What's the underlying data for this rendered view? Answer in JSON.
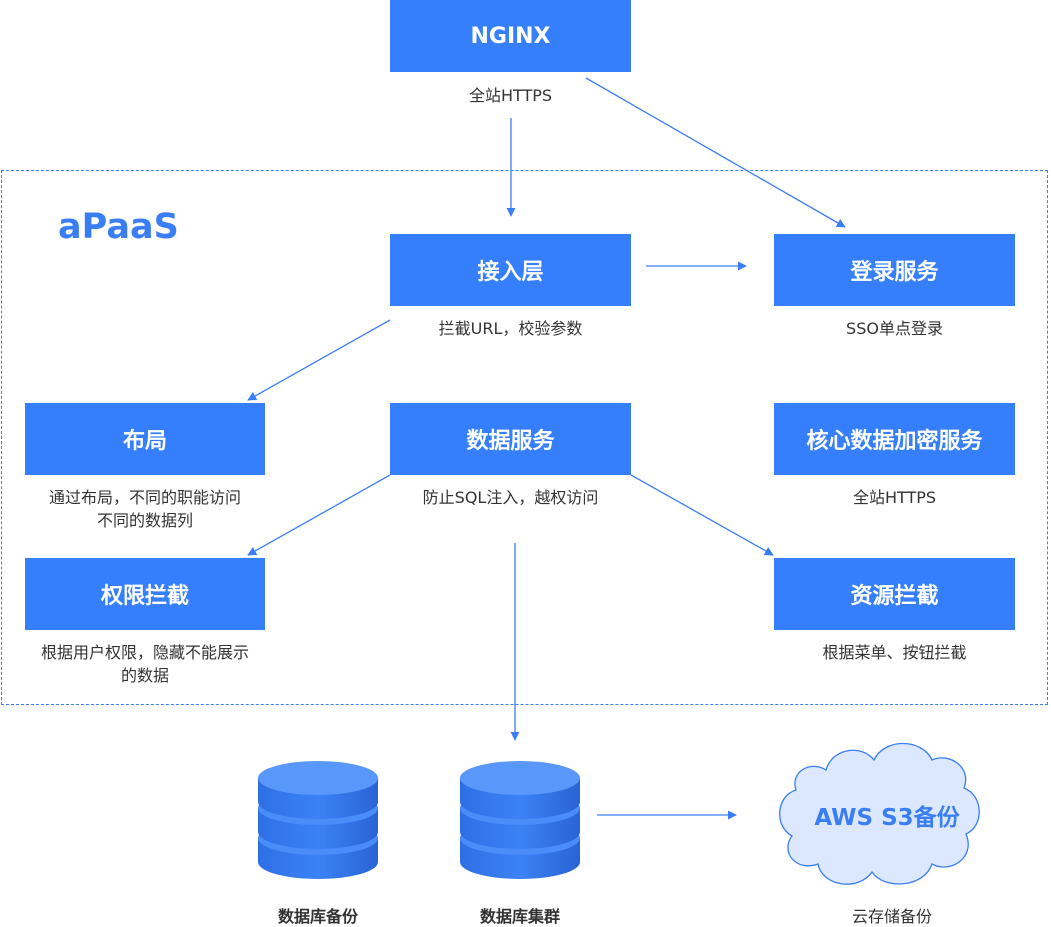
{
  "title": "aPaaS",
  "nodes": {
    "nginx": {
      "label": "NGINX",
      "desc": "全站HTTPS"
    },
    "access": {
      "label": "接入层",
      "desc": "拦截URL，校验参数"
    },
    "login": {
      "label": "登录服务",
      "desc": "SSO单点登录"
    },
    "layout": {
      "label": "布局",
      "desc1": "通过布局，不同的职能访问",
      "desc2": "不同的数据列"
    },
    "data_service": {
      "label": "数据服务",
      "desc": "防止SQL注入，越权访问"
    },
    "encrypt": {
      "label": "核心数据加密服务",
      "desc": "全站HTTPS"
    },
    "permission": {
      "label": "权限拦截",
      "desc1": "根据用户权限，隐藏不能展示",
      "desc2": "的数据"
    },
    "resource": {
      "label": "资源拦截",
      "desc": "根据菜单、按钮拦截"
    }
  },
  "storage": {
    "backup": {
      "label": "数据库备份"
    },
    "cluster": {
      "label": "数据库集群"
    },
    "cloud": {
      "label": "AWS S3备份",
      "caption": "云存储备份"
    }
  },
  "colors": {
    "box": "#367ffc",
    "line": "#3a7ef5",
    "cloud_fill": "#dbe8ff"
  }
}
